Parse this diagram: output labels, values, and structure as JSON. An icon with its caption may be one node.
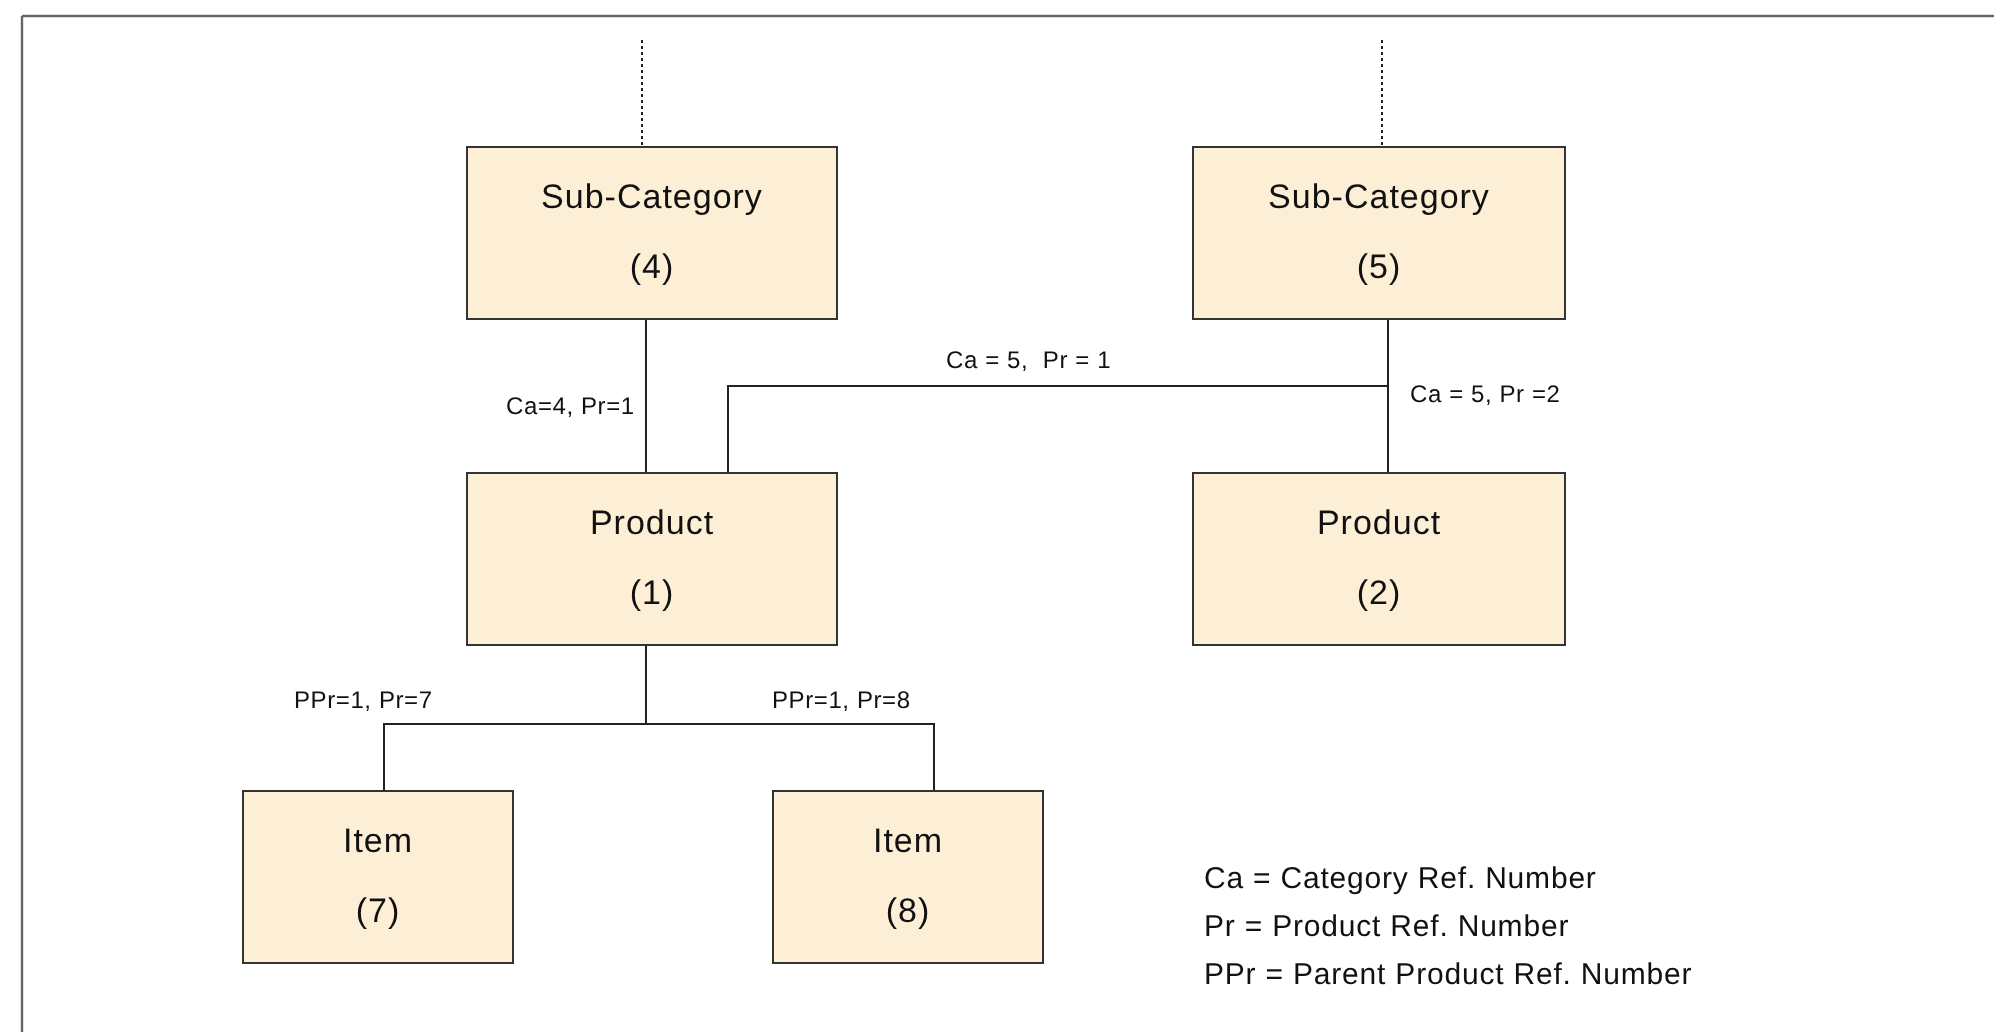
{
  "diagram": {
    "nodes": [
      {
        "text": [
          "Sub-Category",
          "(4)"
        ]
      },
      {
        "text": [
          "Sub-Category",
          "(5)"
        ]
      },
      {
        "text": [
          "Product",
          "(1)"
        ]
      },
      {
        "text": [
          "Product",
          "(2)"
        ]
      },
      {
        "text": [
          "Item",
          "(7)"
        ]
      },
      {
        "text": [
          "Item",
          "(8)"
        ]
      }
    ],
    "edges": [
      {
        "from": null,
        "to": 0,
        "arrow": "none",
        "style": "dashed"
      },
      {
        "from": null,
        "to": 1,
        "arrow": "none",
        "style": "dashed"
      },
      {
        "from": 0,
        "to": 2,
        "arrow": "none",
        "label": "Ca=4, Pr=1"
      },
      {
        "from": 1,
        "to": 2,
        "arrow": "none",
        "label": "Ca = 5,  Pr = 1"
      },
      {
        "from": 1,
        "to": 3,
        "arrow": "none",
        "label": "Ca = 5, Pr =2"
      },
      {
        "from": 2,
        "to": 4,
        "arrow": "none",
        "label": "PPr=1, Pr=7"
      },
      {
        "from": 2,
        "to": 5,
        "arrow": "none",
        "label": "PPr=1, Pr=8"
      }
    ],
    "labels": [
      "Ca = Category Ref. Number",
      "Pr = Product Ref. Number",
      "PPr = Parent Product Ref. Number"
    ]
  }
}
